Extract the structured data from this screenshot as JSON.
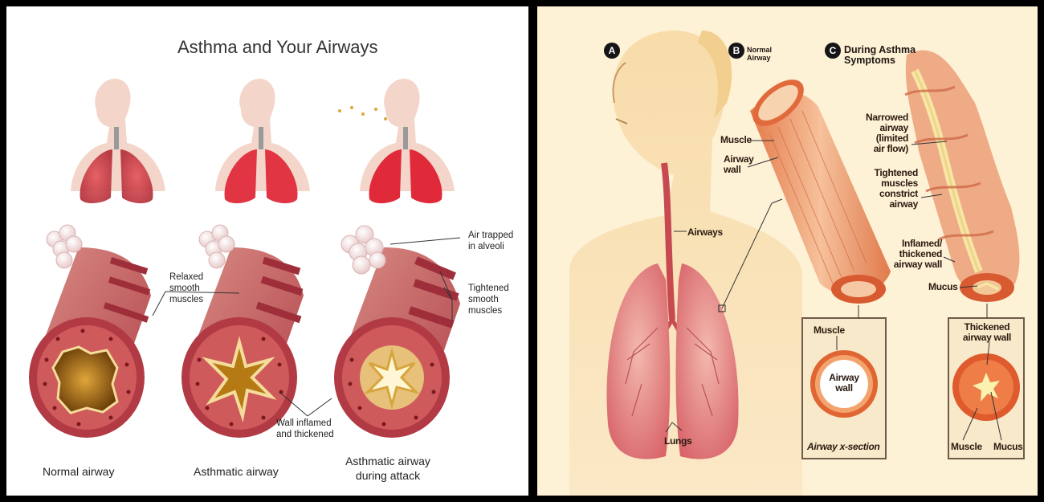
{
  "left": {
    "title": "Asthma and Your Airways",
    "labels": {
      "relaxed": [
        "Relaxed",
        "smooth",
        "muscles"
      ],
      "air_trapped": [
        "Air trapped",
        "in alveoli"
      ],
      "tightened": [
        "Tightened",
        "smooth",
        "muscles"
      ],
      "wall_inflamed": [
        "Wall inflamed",
        "and thickened"
      ]
    },
    "captions": {
      "normal": "Normal airway",
      "asthmatic": "Asthmatic airway",
      "attack": [
        "Asthmatic airway",
        "during attack"
      ]
    }
  },
  "right": {
    "badges": {
      "a": "A",
      "b": "B",
      "c": "C"
    },
    "heading_b": [
      "Normal",
      "Airway"
    ],
    "heading_c": [
      "During Asthma",
      "Symptoms"
    ],
    "labels": {
      "muscle": "Muscle",
      "airway_wall": [
        "Airway",
        "wall"
      ],
      "airways": "Airways",
      "lungs": "Lungs",
      "narrowed": [
        "Narrowed",
        "airway",
        "(limited",
        "air flow)"
      ],
      "tightened": [
        "Tightened",
        "muscles",
        "constrict",
        "airway"
      ],
      "inflamed": [
        "Inflamed/",
        "thickened",
        "airway wall"
      ],
      "mucus": "Mucus"
    },
    "inset_normal": {
      "muscle": "Muscle",
      "airway_wall": [
        "Airway",
        "wall"
      ],
      "caption": "Airway x-section"
    },
    "inset_asthma": {
      "thickened": [
        "Thickened",
        "airway wall"
      ],
      "muscle": "Muscle",
      "mucus": "Mucus"
    }
  }
}
